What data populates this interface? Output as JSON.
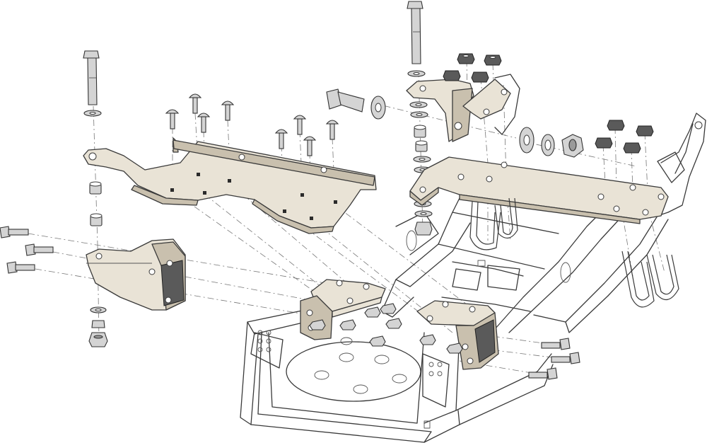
{
  "diagram": {
    "type": "exploded-assembly",
    "style": "line-art",
    "colors": {
      "brackets": "#e9e3d6",
      "bracket_shadow": "#c9c0ae",
      "fastener": "#d4d4d4",
      "nut": "#5a5a5a",
      "outline": "#3a3a3a",
      "centerline": "#777777"
    },
    "parts": [
      "long-bolt-left",
      "long-bolt-right",
      "carriage-bolt",
      "hex-bolt",
      "flange-nut",
      "lock-nut",
      "washer",
      "spacer",
      "pivot-pin",
      "u-bolt",
      "mounting-plate-left",
      "mount-bracket-left",
      "mount-bracket-upper-right",
      "crossbar-plate",
      "lower-bracket-left",
      "lower-bracket-right",
      "frame-cradle"
    ]
  }
}
